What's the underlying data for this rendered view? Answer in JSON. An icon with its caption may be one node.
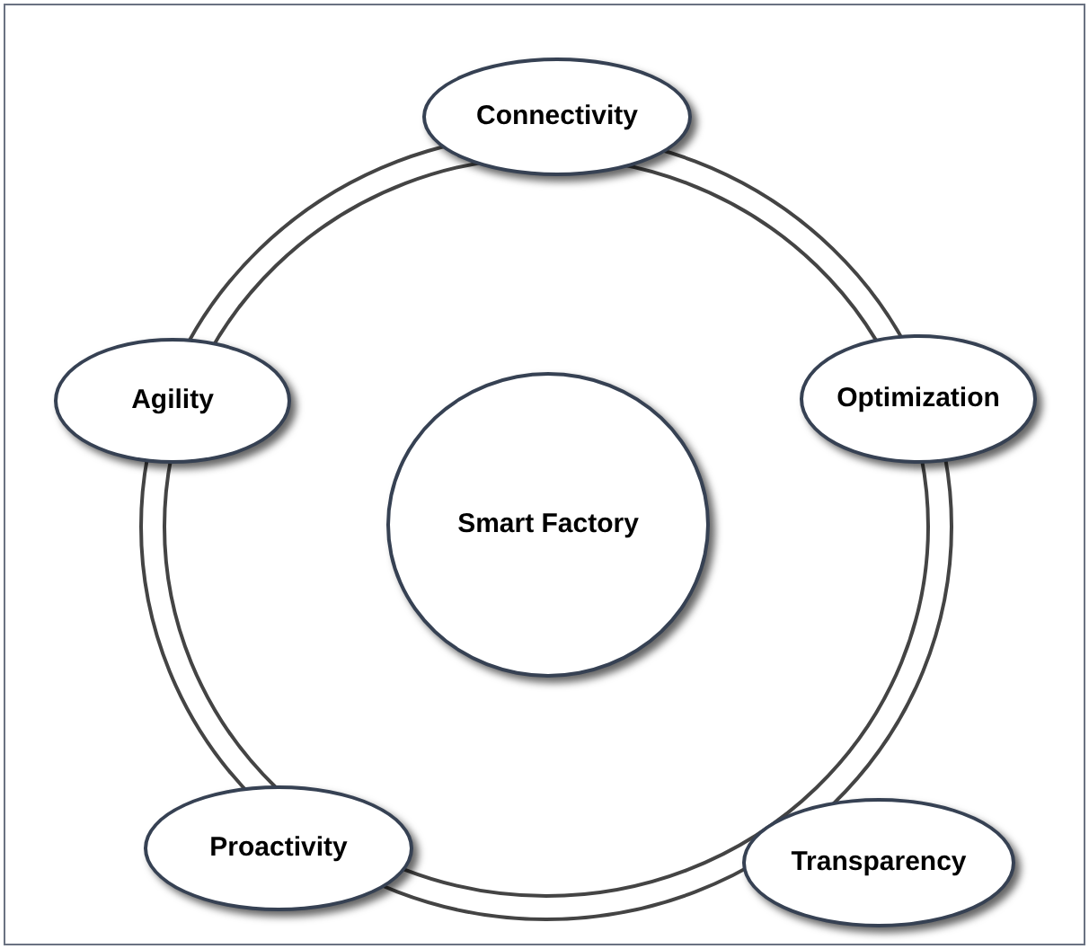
{
  "diagram": {
    "nodes": [
      {
        "text": [
          "Connectivity"
        ]
      },
      {
        "text": [
          "Agility"
        ]
      },
      {
        "text": [
          "Smart Factory"
        ]
      },
      {
        "text": [
          "Optimization"
        ]
      },
      {
        "text": [
          "Proactivity"
        ]
      },
      {
        "text": [
          "Transparency"
        ]
      }
    ]
  }
}
